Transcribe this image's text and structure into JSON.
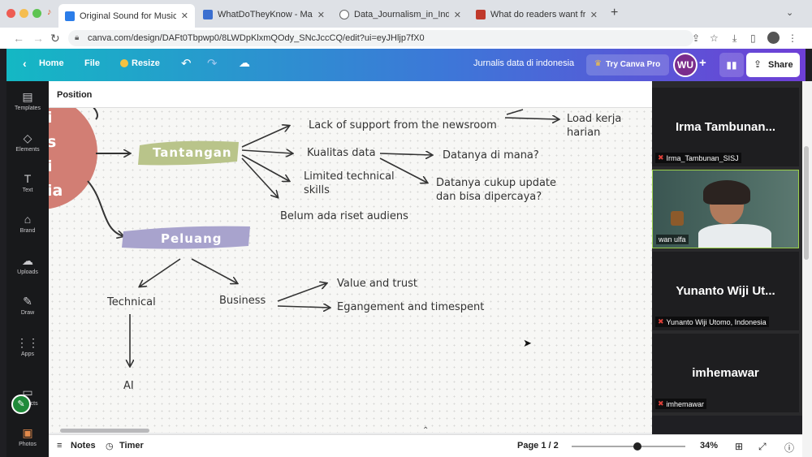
{
  "browser": {
    "tabs": [
      {
        "title": "Original Sound for Musicians: Off",
        "active": true
      },
      {
        "title": "WhatDoTheyKnow - Make and",
        "active": false
      },
      {
        "title": "Data_Journalism_in_Indonesia",
        "active": false
      },
      {
        "title": "What do readers want from nu",
        "active": false
      }
    ],
    "new_tab": "+",
    "url": "canva.com/design/DAFt0Tbpwp0/8LWDpKlxmQOdy_SNcJccCQ/edit?ui=eyJHljp7fX0"
  },
  "canva_header": {
    "home": "Home",
    "file": "File",
    "resize": "Resize",
    "doc_title": "Jurnalis data di indonesia",
    "try_pro": "Try Canva Pro",
    "avatar": "WU",
    "share": "Share"
  },
  "sidebar": {
    "items": [
      {
        "label": "Templates",
        "icon": "templates-icon",
        "glyph": "▤"
      },
      {
        "label": "Elements",
        "icon": "elements-icon",
        "glyph": "◇"
      },
      {
        "label": "Text",
        "icon": "text-icon",
        "glyph": "T"
      },
      {
        "label": "Brand",
        "icon": "brand-icon",
        "glyph": "⌂"
      },
      {
        "label": "Uploads",
        "icon": "uploads-icon",
        "glyph": "☁"
      },
      {
        "label": "Draw",
        "icon": "draw-icon",
        "glyph": "✎"
      },
      {
        "label": "Apps",
        "icon": "apps-icon",
        "glyph": "⋮⋮"
      },
      {
        "label": "Projects",
        "icon": "projects-icon",
        "glyph": "▭"
      },
      {
        "label": "Photos",
        "icon": "photos-icon",
        "glyph": "▣"
      }
    ]
  },
  "toolbar": {
    "position_label": "Position"
  },
  "mindmap": {
    "circle_letters": [
      "i",
      "s",
      "i",
      "ia"
    ],
    "tantangan": "Tantangan",
    "peluang": "Peluang",
    "lack_support": "Lack of support from the newsroom",
    "kualitas": "Kualitas data",
    "limited_1": "Limited technical",
    "limited_2": "skills",
    "riset": "Belum ada riset audiens",
    "datanya_mana": "Datanya di mana?",
    "update_1": "Datanya cukup update",
    "update_2": "dan bisa dipercaya?",
    "load": "Load kerja harian",
    "technical": "Technical",
    "business": "Business",
    "value": "Value and trust",
    "egangement": "Egangement and timespent",
    "ai": "AI",
    "colors": {
      "tantangan": "#b9c48a",
      "peluang": "#a8a3cd",
      "circle": "#d27e74"
    }
  },
  "bottom": {
    "notes": "Notes",
    "timer": "Timer",
    "page": "Page 1 / 2",
    "zoom": "34%",
    "zoom_fraction": 0.58
  },
  "video": {
    "tiles": [
      {
        "big_name": "Irma  Tambunan...",
        "label": "Irma_Tambunan_SISJ",
        "muted": true
      },
      {
        "big_name": "",
        "label": "wan ulfa",
        "muted": false,
        "camera": true
      },
      {
        "big_name": "Yunanto Wiji Ut...",
        "label": "Yunanto Wiji Utomo, Indonesia",
        "muted": true
      },
      {
        "big_name": "imhemawar",
        "label": "imhemawar",
        "muted": true
      }
    ]
  }
}
